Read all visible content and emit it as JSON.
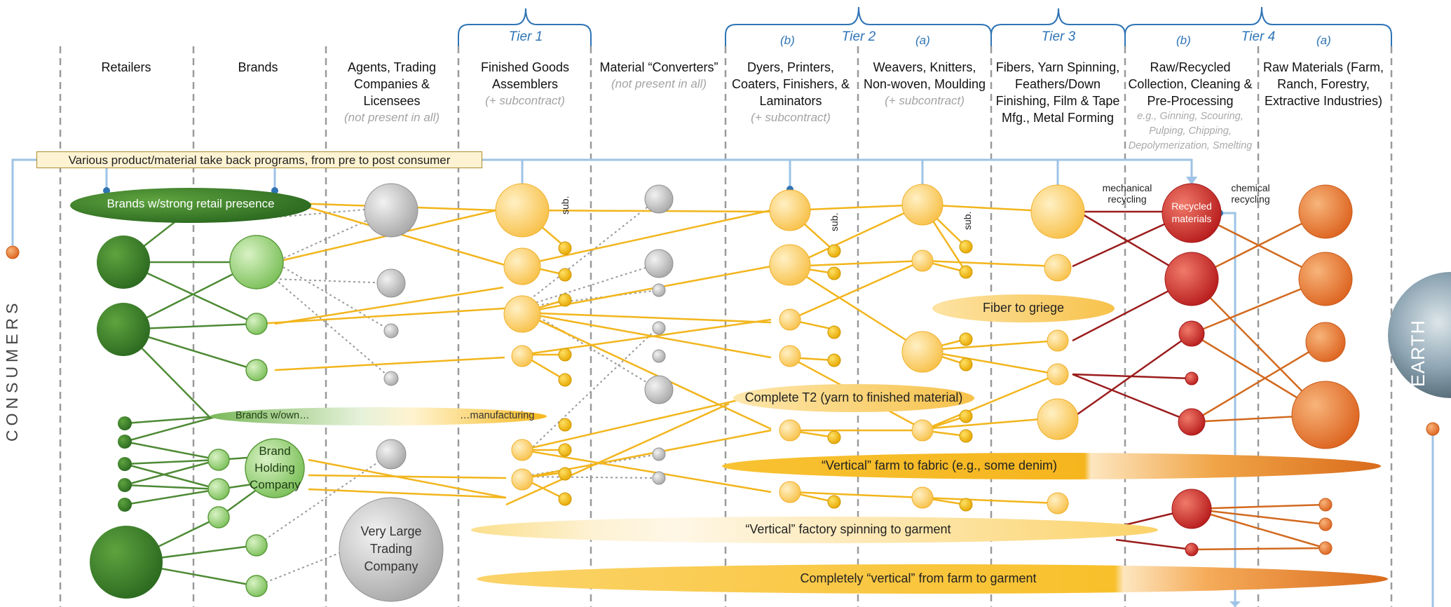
{
  "tiers": {
    "tier1": "Tier 1",
    "tier2": "Tier 2",
    "tier3": "Tier 3",
    "tier4": "Tier 4",
    "b": "(b)",
    "a": "(a)"
  },
  "columns": [
    {
      "title": "Retailers",
      "note": ""
    },
    {
      "title": "Brands",
      "note": ""
    },
    {
      "title": "Agents, Trading Companies & Licensees",
      "note": "(not present in all)"
    },
    {
      "title": "Finished Goods Assemblers",
      "note": "(+ subcontract)"
    },
    {
      "title": "Material “Converters”",
      "note": "(not present in all)"
    },
    {
      "title": "Dyers, Printers, Coaters, Finishers, & Laminators",
      "note": "(+ subcontract)"
    },
    {
      "title": "Weavers, Knitters, Non-woven, Moulding",
      "note": "(+ subcontract)"
    },
    {
      "title": "Fibers, Yarn Spinning, Feathers/Down Finishing, Film & Tape Mfg., Metal Forming",
      "note": ""
    },
    {
      "title": "Raw/Recycled Collection, Cleaning & Pre-Processing",
      "note": "e.g., Ginning, Scouring, Pulping, Chipping, Depolymerization, Smelting"
    },
    {
      "title": "Raw Materials (Farm, Ranch, Forestry, Extractive Industries)",
      "note": ""
    }
  ],
  "banner": "Various product/material take back programs, from pre to post consumer",
  "side_labels": {
    "consumers": "CONSUMERS",
    "earth": "EARTH"
  },
  "node_labels": {
    "brands_strong_retail": "Brands w/strong retail presence",
    "brand_holding": "Brand Holding Company",
    "very_large_trading": "Very Large Trading Company",
    "recycled_materials": "Recycled materials",
    "sub": "sub.",
    "mechanical_recycling": "mechanical recycling",
    "chemical_recycling": "chemical recycling"
  },
  "bands": {
    "brands_own_a": "Brands w/own…",
    "brands_own_b": "…manufacturing",
    "fiber_to_griege": "Fiber to griege",
    "complete_t2": "Complete T2 (yarn to finished material)",
    "vertical_farm_fabric": "“Vertical” farm to fabric (e.g., some denim)",
    "vertical_factory": "“Vertical” factory spinning to garment",
    "completely_vertical": "Completely “vertical” from farm to garment"
  },
  "colors": {
    "retail_green": "#3f7d2e",
    "brand_green": "#8ecf6a",
    "agent_gray": "#b8b8b8",
    "assembler_yellow": "#fbc02d",
    "recycle_red": "#c62828",
    "raw_orange": "#e8712a",
    "tier_blue": "#2f74b5",
    "flow_line": "#f2b51c",
    "recycle_line": "#9b1c1c",
    "raw_line": "#d2691e"
  }
}
